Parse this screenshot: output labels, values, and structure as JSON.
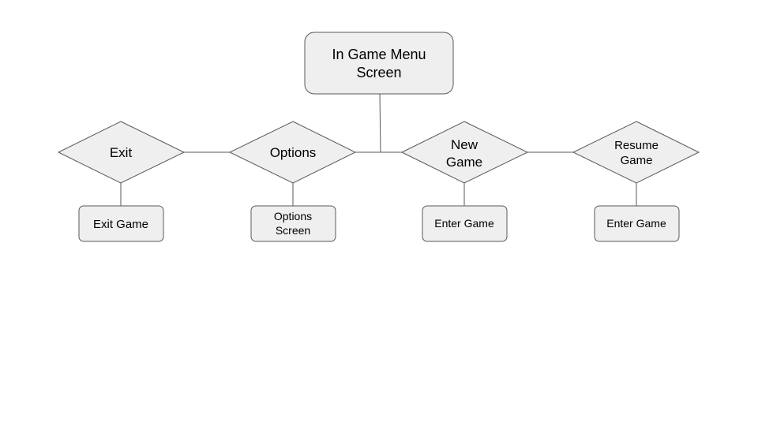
{
  "diagram": {
    "root": {
      "lines": [
        "In Game Menu",
        "Screen"
      ]
    },
    "decisions": [
      {
        "lines": [
          "Exit"
        ]
      },
      {
        "lines": [
          "Options"
        ]
      },
      {
        "lines": [
          "New",
          "Game"
        ]
      },
      {
        "lines": [
          "Resume",
          "Game"
        ]
      }
    ],
    "outcomes": [
      {
        "lines": [
          "Exit Game"
        ]
      },
      {
        "lines": [
          "Options",
          "Screen"
        ]
      },
      {
        "lines": [
          "Enter Game"
        ]
      },
      {
        "lines": [
          "Enter Game"
        ]
      }
    ]
  },
  "colors": {
    "shape_fill": "#efefef",
    "shape_stroke": "#595959",
    "text": "#000000"
  }
}
